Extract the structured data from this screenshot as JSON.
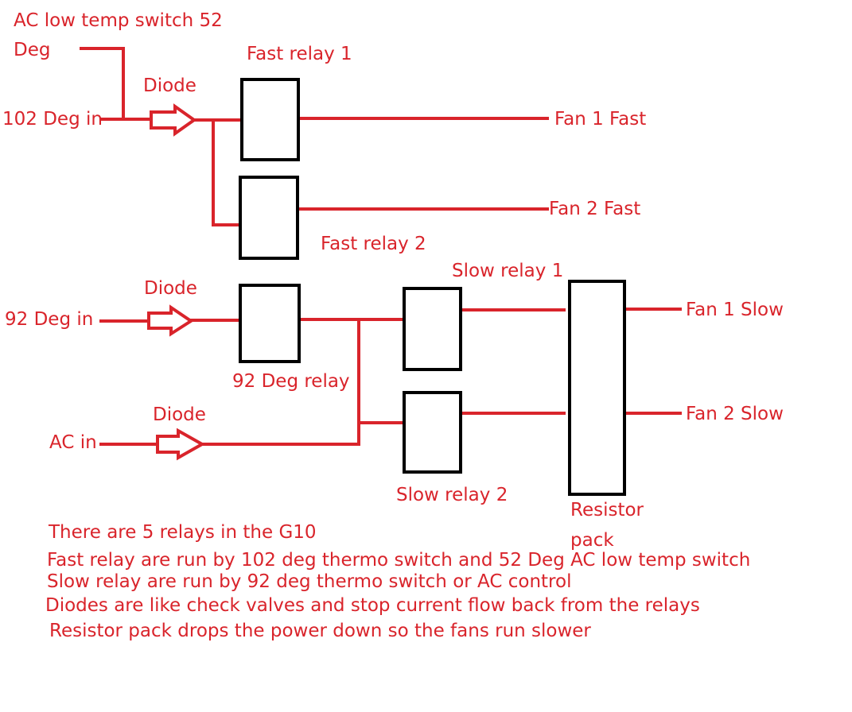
{
  "colors": {
    "wire": "#d9242b",
    "text": "#d9242b",
    "box": "#000000"
  },
  "labels": {
    "ac_low_temp_line1": "AC low temp switch 52",
    "ac_low_temp_line2": "Deg",
    "fast_relay_1": "Fast relay 1",
    "diode_top": "Diode",
    "in_102": "102 Deg in",
    "fan1_fast": "Fan 1   Fast",
    "fan2_fast": "Fan 2    Fast",
    "fast_relay_2": "Fast relay 2",
    "slow_relay_1": "Slow relay 1",
    "diode_mid": "Diode",
    "in_92": "92 Deg in",
    "fan1_slow": "Fan 1  Slow",
    "relay_92": "92 Deg relay",
    "diode_bottom": "Diode",
    "fan2_slow": "Fan 2  Slow",
    "ac_in": "AC in",
    "slow_relay_2": "Slow relay 2",
    "resistor_line1": "Resistor",
    "resistor_line2": "pack"
  },
  "notes": [
    "There are 5 relays in the G10",
    "Fast relay are run by 102 deg thermo switch and 52 Deg AC low temp switch",
    "Slow relay are run by 92 deg thermo switch or AC control",
    "Diodes are like check valves and stop current flow back from the relays",
    "Resistor pack drops the power down so the fans run slower"
  ]
}
